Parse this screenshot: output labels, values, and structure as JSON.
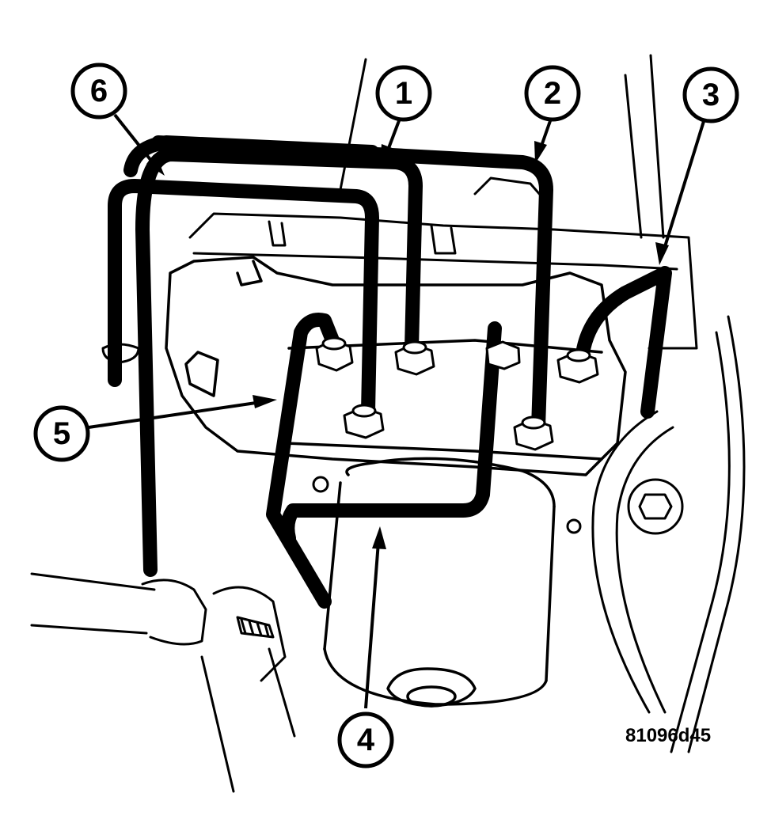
{
  "figure": {
    "id_label": "81096d45",
    "callouts": [
      {
        "number": "1"
      },
      {
        "number": "2"
      },
      {
        "number": "3"
      },
      {
        "number": "4"
      },
      {
        "number": "5"
      },
      {
        "number": "6"
      }
    ]
  }
}
